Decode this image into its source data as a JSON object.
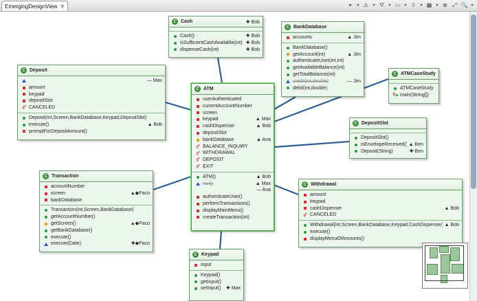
{
  "tab": {
    "title": "EmergingDesignView",
    "close": "✕"
  },
  "toolbar": {
    "icons": [
      "link-icon",
      "layout-icon",
      "filter-icon",
      "view-icon",
      "export-icon",
      "grid-icon",
      "fit-icon",
      "zoom-fit-icon",
      "zoom-icon"
    ]
  },
  "colors": {
    "classFill": "#ebf6ec",
    "classBorder": "#6b9b6b",
    "classIcon": "#3b8a3b",
    "private": "#c33",
    "public": "#2a9a3a",
    "protected": "#e0a020",
    "package": "#2a55c0",
    "line": "#2f5f8f"
  },
  "classes": {
    "cash": {
      "name": "Cash",
      "author": "✚ Bob",
      "attributes": [],
      "methods": [
        {
          "vis": "public",
          "text": "Cash()",
          "owner": "✚ Bob"
        },
        {
          "vis": "public",
          "text": "isSufficientCashAvailable(int)",
          "owner": "✚ Bob"
        },
        {
          "vis": "public",
          "text": "dispenseCash(int)",
          "owner": "✚ Bob"
        }
      ]
    },
    "bankdatabase": {
      "name": "BankDatabase",
      "author": "",
      "attributes": [
        {
          "vis": "private",
          "text": "accounts",
          "owner": "▲ Jim"
        }
      ],
      "methods": [
        {
          "vis": "public",
          "text": "BankDatabase()",
          "owner": ""
        },
        {
          "vis": "protected",
          "text": "getAccount(int)",
          "owner": "▲ Jim"
        },
        {
          "vis": "public",
          "text": "authenticateUser(int,int)",
          "owner": ""
        },
        {
          "vis": "public",
          "text": "getAvailableBalance(int)",
          "owner": ""
        },
        {
          "vis": "public",
          "text": "getTotalBalance(int)",
          "owner": ""
        },
        {
          "vis": "package",
          "text": "credit(int,double)",
          "owner": "— Jim",
          "strike": true
        },
        {
          "vis": "public",
          "text": "debit(int,double)",
          "owner": ""
        }
      ]
    },
    "deposit": {
      "name": "Deposit",
      "author": "",
      "attributes": [
        {
          "vis": "package",
          "text": "",
          "owner": "— Max",
          "strike": true
        },
        {
          "vis": "private",
          "text": "amount",
          "owner": ""
        },
        {
          "vis": "private",
          "text": "keypad",
          "owner": ""
        },
        {
          "vis": "private",
          "text": "depositSlot",
          "owner": ""
        },
        {
          "vis": "staticfinal",
          "text": "CANCELED",
          "owner": ""
        }
      ],
      "methods": [
        {
          "vis": "public",
          "text": "Deposit(int,Screen,BankDatabase,Keypad,DepositSlot)",
          "owner": ""
        },
        {
          "vis": "public",
          "text": "execute()",
          "owner": "▲ Bob"
        },
        {
          "vis": "private",
          "text": "promptForDepositAmount()",
          "owner": ""
        }
      ]
    },
    "atmcasestudy": {
      "name": "ATMCaseStudy",
      "author": "",
      "attributes": [],
      "methods": [
        {
          "vis": "public",
          "text": "ATMCaseStudy()",
          "owner": ""
        },
        {
          "vis": "staticpublic",
          "text": "main(String[])",
          "owner": ""
        }
      ]
    },
    "atm": {
      "name": "ATM",
      "author": "",
      "attributes": [
        {
          "vis": "private",
          "text": "userAuthenticated",
          "owner": ""
        },
        {
          "vis": "private",
          "text": "currentAccountNumber",
          "owner": ""
        },
        {
          "vis": "private",
          "text": "screen",
          "owner": ""
        },
        {
          "vis": "private",
          "text": "keypad",
          "owner": "▲ Max"
        },
        {
          "vis": "private",
          "text": "cashDispenser",
          "owner": "▲ Bob"
        },
        {
          "vis": "private",
          "text": "depositSlot",
          "owner": ""
        },
        {
          "vis": "protected",
          "text": "bankDatabase",
          "owner": "▲ Ana"
        },
        {
          "vis": "staticfinal",
          "text": "BALANCE_INQUIRY",
          "owner": ""
        },
        {
          "vis": "staticfinal",
          "text": "WITHDRAWAL",
          "owner": ""
        },
        {
          "vis": "staticfinal",
          "text": "DEPOSIT",
          "owner": ""
        },
        {
          "vis": "staticfinal",
          "text": "EXIT",
          "owner": ""
        }
      ],
      "methods": [
        {
          "vis": "public",
          "text": "ATM()",
          "owner": "▲ Bob"
        },
        {
          "vis": "package",
          "text": "run()",
          "owner": "▲ Max",
          "strike": true
        },
        {
          "vis": "none",
          "text": "",
          "owner": "— Ana"
        },
        {
          "vis": "private",
          "text": "authenticateUser()",
          "owner": ""
        },
        {
          "vis": "private",
          "text": "performTransactions()",
          "owner": ""
        },
        {
          "vis": "private",
          "text": "displayMainMenu()",
          "owner": ""
        },
        {
          "vis": "private",
          "text": "createTransaction(int)",
          "owner": ""
        }
      ]
    },
    "depositslot": {
      "name": "DepositSlot",
      "author": "",
      "attributes": [],
      "methods": [
        {
          "vis": "public",
          "text": "DepositSlot()",
          "owner": ""
        },
        {
          "vis": "public",
          "text": "isEnvelopeReceived()",
          "owner": "▲ Ben"
        },
        {
          "vis": "public",
          "text": "Deposit(String)",
          "owner": "✚ Ben"
        }
      ]
    },
    "transaction": {
      "name": "Transaction",
      "author": "",
      "attributes": [
        {
          "vis": "private",
          "text": "accountNumber",
          "owner": ""
        },
        {
          "vis": "private",
          "text": "screen",
          "owner": "▲◆Paco"
        },
        {
          "vis": "private",
          "text": "bankDatabase",
          "owner": ""
        }
      ],
      "methods": [
        {
          "vis": "public",
          "text": "Transaction(int,Screen,BankDatabase)",
          "owner": ""
        },
        {
          "vis": "public",
          "text": "getAccountNumber()",
          "owner": ""
        },
        {
          "vis": "protected",
          "text": "getScreen()",
          "owner": "▲◆Paco"
        },
        {
          "vis": "public",
          "text": "getBankDatabase()",
          "owner": ""
        },
        {
          "vis": "public",
          "text": "execute()",
          "owner": ""
        },
        {
          "vis": "package",
          "text": "execute(Date)",
          "owner": "✚◆Paco"
        }
      ]
    },
    "withdrawal": {
      "name": "Withdrawal",
      "author": "",
      "attributes": [
        {
          "vis": "private",
          "text": "amount",
          "owner": ""
        },
        {
          "vis": "private",
          "text": "keypad",
          "owner": ""
        },
        {
          "vis": "private",
          "text": "cashDispenser",
          "owner": "▲ Bob"
        },
        {
          "vis": "staticfinal",
          "text": "CANCELED",
          "owner": ""
        }
      ],
      "methods": [
        {
          "vis": "public",
          "text": "Withdrawal(int,Screen,BankDatabase,Keypad,CashDispenser)",
          "owner": "▲ Bob"
        },
        {
          "vis": "public",
          "text": "execute()",
          "owner": ""
        },
        {
          "vis": "private",
          "text": "displayMenuOfAmounts()",
          "owner": ""
        }
      ]
    },
    "keypad": {
      "name": "Keypad",
      "author": "",
      "attributes": [
        {
          "vis": "private",
          "text": "input",
          "owner": ""
        }
      ],
      "methods": [
        {
          "vis": "public",
          "text": "Keypad()",
          "owner": ""
        },
        {
          "vis": "public",
          "text": "getInput()",
          "owner": ""
        },
        {
          "vis": "public",
          "text": "setInput()",
          "owner": "✚ Max"
        }
      ]
    }
  }
}
